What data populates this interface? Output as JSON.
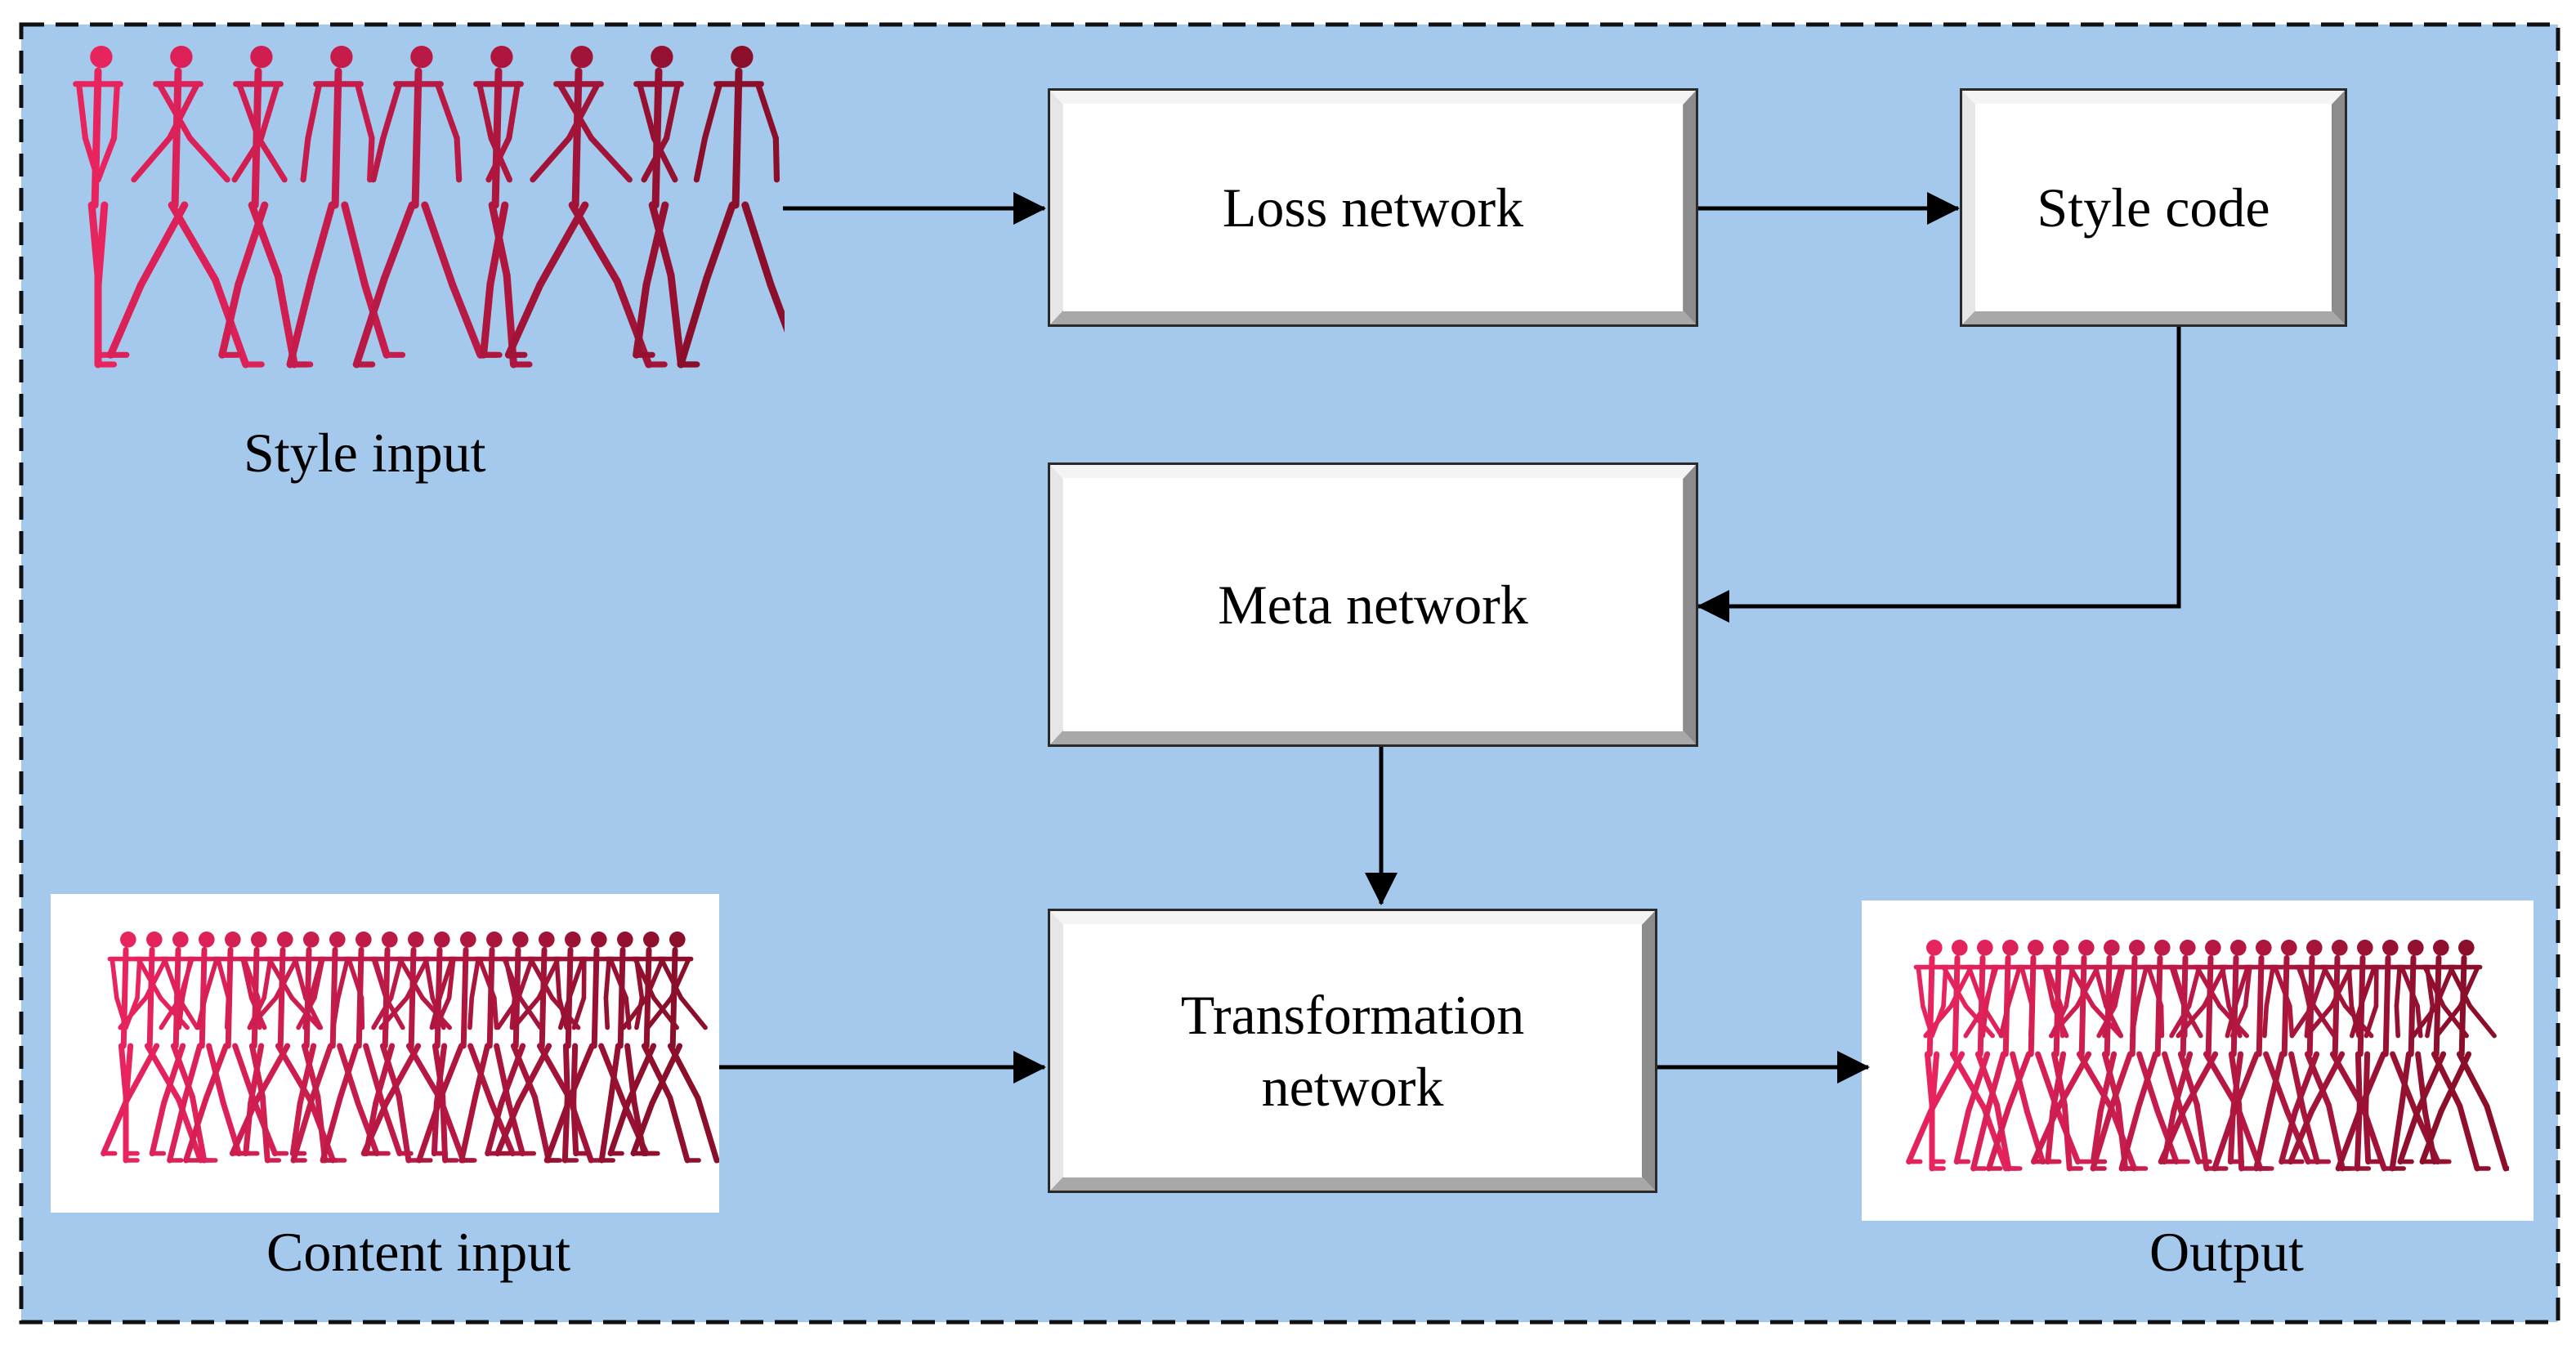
{
  "boxes": {
    "loss": "Loss network",
    "style_code": "Style code",
    "meta": "Meta network",
    "transform_line1": "Transformation",
    "transform_line2": "network"
  },
  "captions": {
    "style_input": "Style input",
    "content_input": "Content input",
    "output": "Output"
  },
  "colors": {
    "panel": "#a5c9ec",
    "figure_light": "#e8245e",
    "figure_dark": "#7a0a22"
  },
  "icons": {
    "style_figures": "walking-stick-figures",
    "content_figures": "walking-stick-figures",
    "output_figures": "walking-stick-figures"
  }
}
